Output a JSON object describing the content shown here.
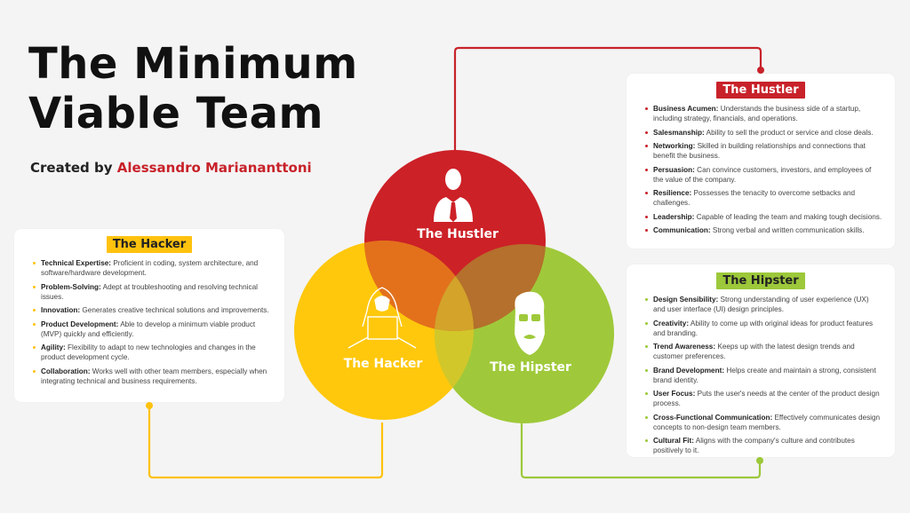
{
  "header": {
    "title_line1": "The Minimum",
    "title_line2": "Viable Team",
    "byline_prefix": "Created by",
    "byline_author": "Alessandro Mariananttoni"
  },
  "colors": {
    "hustler": "#c8222a",
    "hacker": "#ffc20e",
    "hipster": "#9cc83a",
    "background": "#f4f4f4",
    "title": "#111111"
  },
  "venn": {
    "hustler": {
      "label": "The Hustler",
      "icon": "businessman-icon"
    },
    "hacker": {
      "label": "The Hacker",
      "icon": "hooded-hacker-laptop-icon"
    },
    "hipster": {
      "label": "The Hipster",
      "icon": "bearded-glasses-face-icon"
    }
  },
  "cards": {
    "hustler": {
      "title": "The Hustler",
      "items": [
        {
          "term": "Business Acumen:",
          "desc": "Understands the business side of a startup, including strategy, financials, and operations."
        },
        {
          "term": "Salesmanship:",
          "desc": "Ability to sell the product or service and close deals."
        },
        {
          "term": "Networking:",
          "desc": "Skilled in building relationships and connections that benefit the business."
        },
        {
          "term": "Persuasion:",
          "desc": "Can convince customers, investors, and employees of the value of the company."
        },
        {
          "term": "Resilience:",
          "desc": "Possesses the tenacity to overcome setbacks and challenges."
        },
        {
          "term": "Leadership:",
          "desc": "Capable of leading the team and making tough decisions."
        },
        {
          "term": "Communication:",
          "desc": "Strong verbal and written communication skills."
        }
      ]
    },
    "hipster": {
      "title": "The Hipster",
      "items": [
        {
          "term": "Design Sensibility:",
          "desc": "Strong understanding of user experience (UX) and user interface (UI) design principles."
        },
        {
          "term": "Creativity:",
          "desc": "Ability to come up with original ideas for product features and branding."
        },
        {
          "term": "Trend Awareness:",
          "desc": "Keeps up with the latest design trends and customer preferences."
        },
        {
          "term": "Brand Development:",
          "desc": "Helps create and maintain a strong, consistent brand identity."
        },
        {
          "term": "User Focus:",
          "desc": "Puts the user's needs at the center of the product design process."
        },
        {
          "term": "Cross-Functional Communication:",
          "desc": "Effectively communicates design concepts to non-design team members."
        },
        {
          "term": "Cultural Fit:",
          "desc": "Aligns with the company's culture and contributes positively to it."
        }
      ]
    },
    "hacker": {
      "title": "The Hacker",
      "items": [
        {
          "term": "Technical Expertise:",
          "desc": "Proficient in coding, system architecture, and software/hardware development."
        },
        {
          "term": "Problem-Solving:",
          "desc": "Adept at troubleshooting and resolving technical issues."
        },
        {
          "term": "Innovation:",
          "desc": "Generates creative technical solutions and improvements."
        },
        {
          "term": "Product Development:",
          "desc": "Able to develop a minimum viable product (MVP) quickly and efficiently."
        },
        {
          "term": "Agility:",
          "desc": "Flexibility to adapt to new technologies and changes in the product development cycle."
        },
        {
          "term": "Collaboration:",
          "desc": "Works well with other team members, especially when integrating technical and business requirements."
        }
      ]
    }
  }
}
